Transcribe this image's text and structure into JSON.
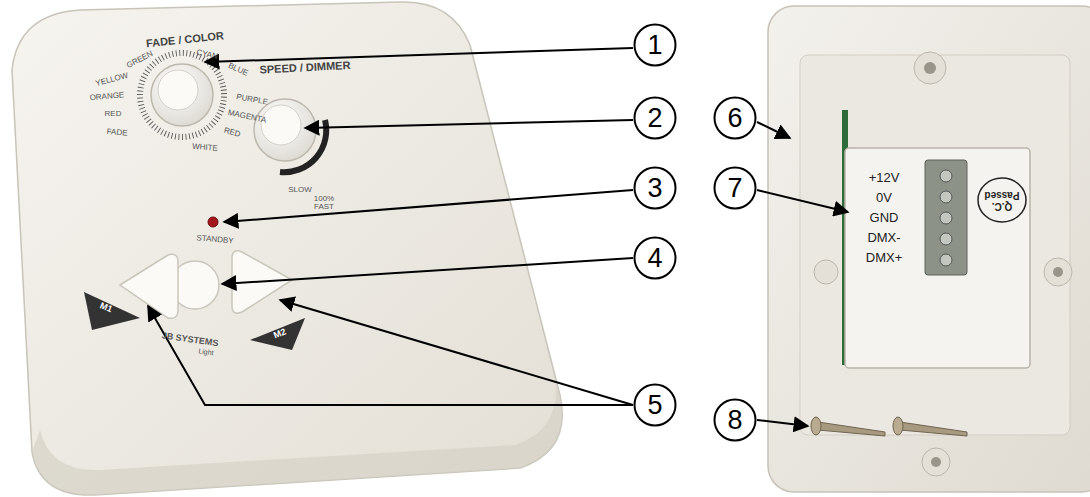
{
  "diagram": {
    "nodes": [
      {
        "text": [
          "1"
        ]
      },
      {
        "text": [
          "2"
        ]
      },
      {
        "text": [
          "3"
        ]
      },
      {
        "text": [
          "4"
        ]
      },
      {
        "text": [
          "5"
        ]
      },
      {
        "text": [
          "6"
        ]
      },
      {
        "text": [
          "7"
        ]
      },
      {
        "text": [
          "8"
        ]
      }
    ],
    "labels": [
      "FADE / COLOR",
      "GREEN",
      "CYAN",
      "BLUE",
      "YELLOW",
      "ORANGE",
      "RED",
      "FADE",
      "PURPLE",
      "MAGENTA",
      "RED",
      "WHITE",
      "SPEED / DIMMER",
      "SLOW",
      "100% FAST",
      "STANDBY",
      "M1",
      "M2",
      "JB SYSTEMS",
      "Light",
      "+12V",
      "0V",
      "GND",
      "DMX-",
      "DMX+",
      "Q.C. Passed"
    ]
  }
}
